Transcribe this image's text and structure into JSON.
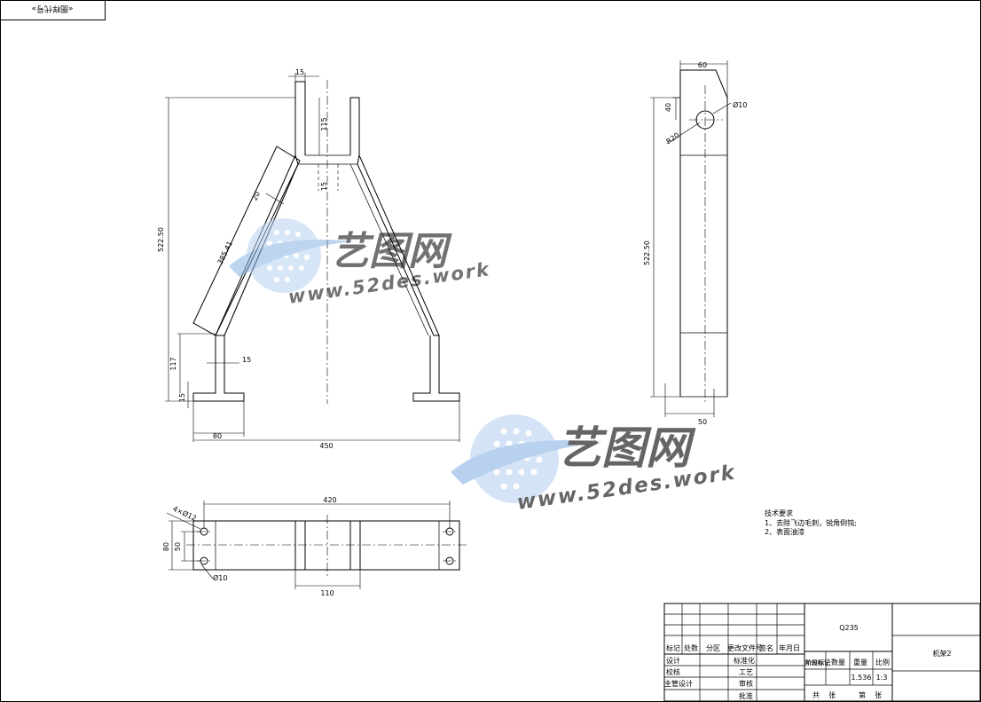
{
  "corner_label": "«图样代号»",
  "views": {
    "front": {
      "dims": {
        "top_width": "15",
        "slot_height": "115",
        "slot_bottom": "15",
        "overall_height": "522.50",
        "arm_width": "20",
        "arm_length": "385.41",
        "foot_height": "117",
        "foot_thick": "15",
        "leg_width": "15",
        "foot_width": "80",
        "overall_width": "450"
      }
    },
    "side": {
      "dims": {
        "top_width": "60",
        "hole_offset": "40",
        "hole_dia": "Ø10",
        "radius": "R20",
        "overall_height": "522.50",
        "bottom_width": "50"
      }
    },
    "top": {
      "dims": {
        "overall_length": "420",
        "holes": "4×Ø12",
        "hole_spacing": "50",
        "width": "80",
        "hole_dia": "Ø10",
        "center_width": "110"
      }
    }
  },
  "watermark": {
    "brand": "艺图网",
    "url": "www.52des.work"
  },
  "notes": {
    "title": "技术要求",
    "items": [
      "1、去除飞边毛刺，锐角倒钝;",
      "2、表面油漆"
    ]
  },
  "title_block": {
    "headers": [
      "标记",
      "处数",
      "分区",
      "更改文件号",
      "签名",
      "年月日"
    ],
    "roles": [
      "设计",
      "校核",
      "主管设计"
    ],
    "roles2": [
      "标准化",
      "工艺",
      "审核",
      "批准"
    ],
    "stage_labels": [
      "阶段标记",
      "数量",
      "重量",
      "比例"
    ],
    "material": "Q235",
    "weight": "1.536",
    "scale": "1:3",
    "part_name": "机架2",
    "sheets_total": "共    张",
    "sheet_no": "第    张"
  }
}
